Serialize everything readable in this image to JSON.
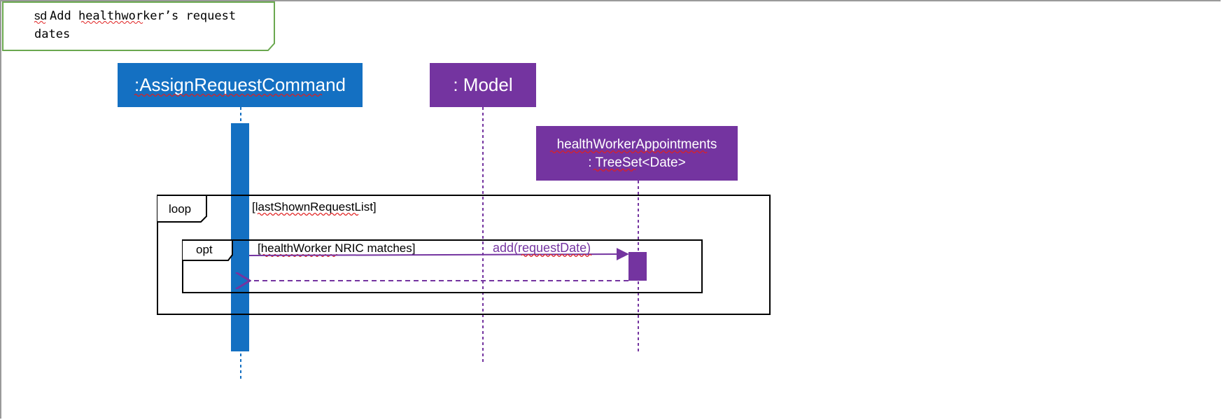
{
  "diagram": {
    "frame_title": {
      "prefix": "sd",
      "line1": "Add healthworker’s request",
      "line2": "dates"
    },
    "participants": [
      {
        "id": "assign-request-command",
        "label": ":AssignRequestCommand",
        "color": "#1470c2"
      },
      {
        "id": "model",
        "label": ": Model",
        "color": "#7434a0"
      },
      {
        "id": "health-worker-appointments",
        "label_line1": "healthWorkerAppointments",
        "label_line2": ": TreeSet<Date>",
        "color": "#7434a0"
      }
    ],
    "fragments": {
      "loop": {
        "operator": "loop",
        "guard": "[lastShownRequestList]"
      },
      "opt": {
        "operator": "opt",
        "guard": "[healthWorker NRIC matches]"
      }
    },
    "messages": [
      {
        "label": "add(requestDate)",
        "type": "sync",
        "color": "#7434a0"
      },
      {
        "label": "",
        "type": "return",
        "color": "#7434a0"
      }
    ],
    "colors": {
      "blue": "#1470c2",
      "purple": "#7434a0",
      "frame_green": "#6aa84f",
      "squiggle_red": "#e02020"
    }
  }
}
